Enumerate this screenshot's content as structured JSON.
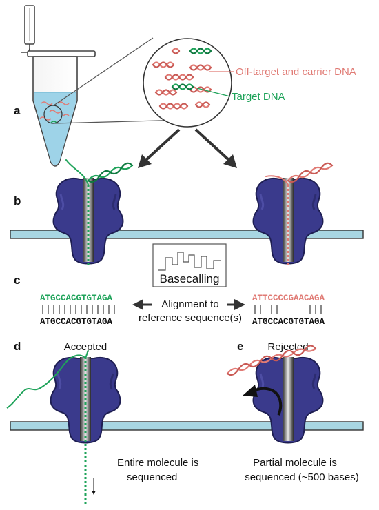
{
  "panels": {
    "a": "a",
    "b": "b",
    "c": "c",
    "d": "d",
    "e": "e"
  },
  "labels": {
    "off_target": "Off-target and carrier DNA",
    "target": "Target DNA",
    "basecalling": "Basecalling",
    "alignment_line1": "Alignment to",
    "alignment_line2": "reference  sequence(s)",
    "accepted": "Accepted",
    "rejected": "Rejected",
    "entire_line1": "Entire molecule is",
    "entire_line2": "sequenced",
    "partial_line1": "Partial molecule is",
    "partial_line2": "sequenced (~500 bases)"
  },
  "sequences": {
    "target_read": "ATGCCACGTGTAGA",
    "reference_left": "ATGCCACGTGTAGA",
    "offtarget_read": "ATTCCCCGAACAGA",
    "reference_right": "ATGCCACGTGTAGA"
  },
  "colors": {
    "target": "#1fa35a",
    "offtarget": "#e07a74",
    "pore": "#3a3a8c",
    "pore_dark": "#23235e",
    "membrane": "#a8d6e2",
    "liquid": "#9ed3e8",
    "text": "#111111"
  }
}
